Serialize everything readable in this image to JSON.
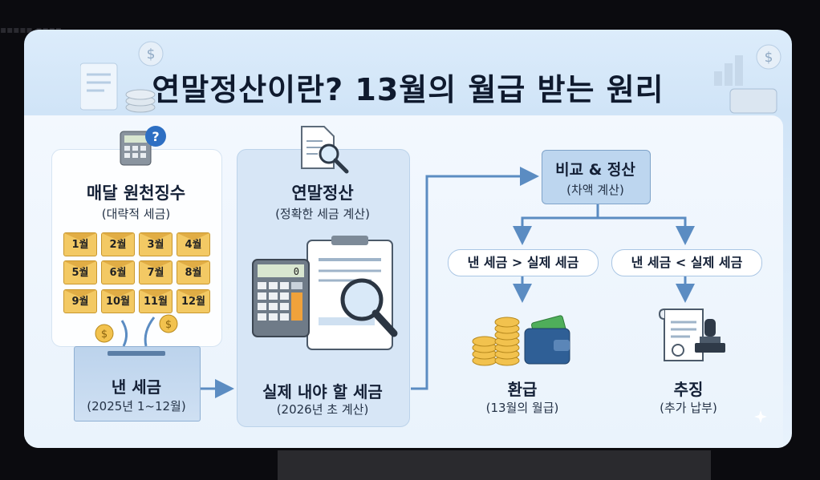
{
  "title": "연말정산이란? 13월의 월급 받는 원리",
  "monthly": {
    "title": "매달 원천징수",
    "subtitle": "(대략적 세금)",
    "months": [
      "1월",
      "2월",
      "3월",
      "4월",
      "5월",
      "6월",
      "7월",
      "8월",
      "9월",
      "10월",
      "11월",
      "12월"
    ]
  },
  "paid": {
    "title": "낸 세금",
    "subtitle": "(2025년 1~12월)"
  },
  "settlement": {
    "title": "연말정산",
    "subtitle": "(정확한 세금 계산)",
    "result_title": "실제 내야 할 세금",
    "result_subtitle": "(2026년 초 계산)",
    "calculator_display": "0"
  },
  "compare": {
    "title": "비교 & 정산",
    "subtitle": "(차액 계산)"
  },
  "cases": {
    "left": {
      "condition": "낸 세금 > 실제 세금",
      "title": "환급",
      "subtitle": "(13월의 월급)"
    },
    "right": {
      "condition": "낸 세금 < 실제 세금",
      "title": "추징",
      "subtitle": "(추가 납부)"
    }
  },
  "colors": {
    "arrow": "#5b8cc2",
    "accent_gold": "#f2c24e",
    "panel_blue": "#d7e6f6"
  }
}
